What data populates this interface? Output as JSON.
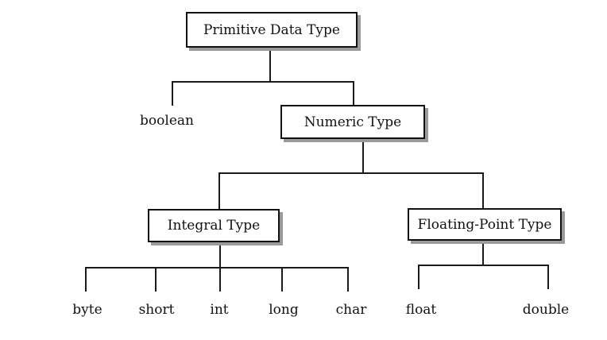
{
  "nodes": {
    "primitive": "Primitive Data Type",
    "numeric": "Numeric Type",
    "integral": "Integral Type",
    "floating": "Floating-Point Type"
  },
  "leaves": {
    "boolean": "boolean",
    "byte": "byte",
    "short": "short",
    "int": "int",
    "long": "long",
    "char": "char",
    "float": "float",
    "double": "double"
  },
  "colors": {
    "background": "#ffffff",
    "box_fill": "#ffffff",
    "box_border": "#111111",
    "box_shadow": "#9a9a9a",
    "connector_line": "#1a1a1a",
    "text": "#111111"
  }
}
